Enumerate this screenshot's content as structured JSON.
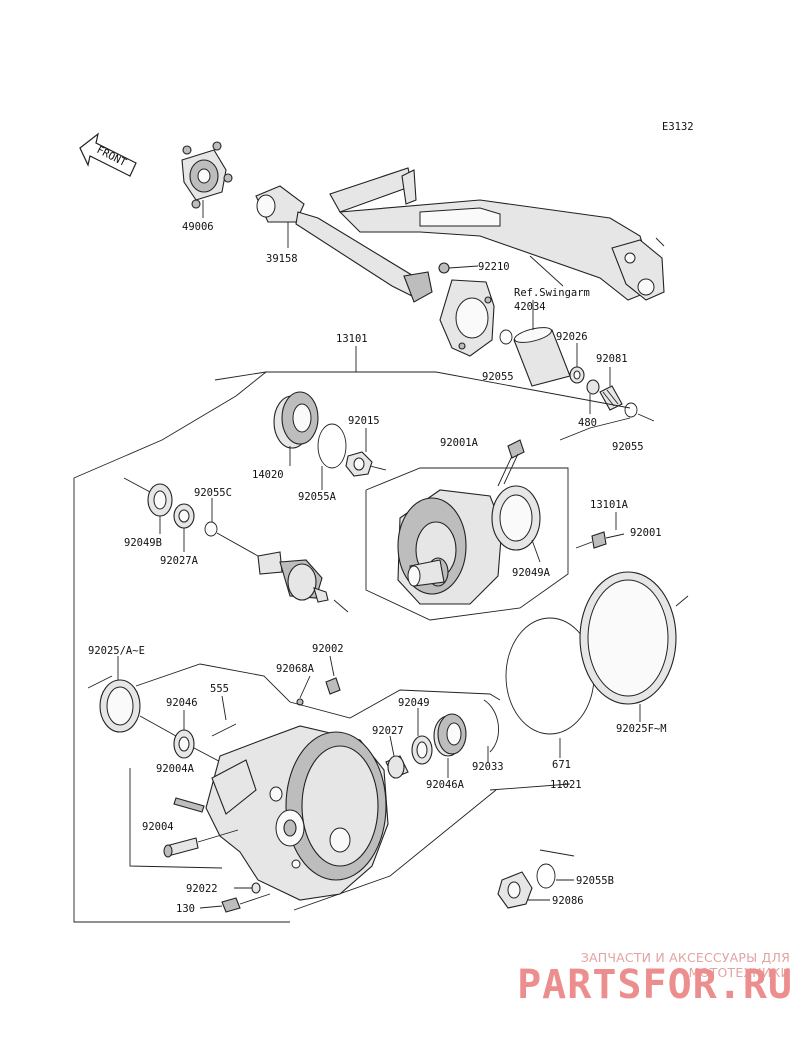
{
  "diagram_code": "E3132",
  "front_label": "FRONT",
  "parts": {
    "p49006": "49006",
    "p39158": "39158",
    "p92210": "92210",
    "ref_swingarm": "Ref.Swingarm",
    "p42034": "42034",
    "p13101": "13101",
    "p92026": "92026",
    "p92081": "92081",
    "p92055_a": "92055",
    "p480": "480",
    "p92055_b": "92055",
    "p92015": "92015",
    "p14020": "14020",
    "p92055A": "92055A",
    "p92001A": "92001A",
    "p92055C": "92055C",
    "p92049B": "92049B",
    "p92027A": "92027A",
    "p13101A": "13101A",
    "p92001": "92001",
    "p92049A": "92049A",
    "p92025AE": "92025/A~E",
    "p92002": "92002",
    "p92068A": "92068A",
    "p555": "555",
    "p92046": "92046",
    "p92049": "92049",
    "p92027": "92027",
    "p92004A": "92004A",
    "p92046A": "92046A",
    "p92033": "92033",
    "p671": "671",
    "p92025FM": "92025F~M",
    "p11021": "11021",
    "p92004": "92004",
    "p92022": "92022",
    "p130": "130",
    "p92055B": "92055B",
    "p92086": "92086"
  },
  "watermark": {
    "tagline": "ЗАПЧАСТИ И АКСЕССУАРЫ ДЛЯ МОТОТЕХНИКИ",
    "logo": "PARTSFOR.RU"
  }
}
